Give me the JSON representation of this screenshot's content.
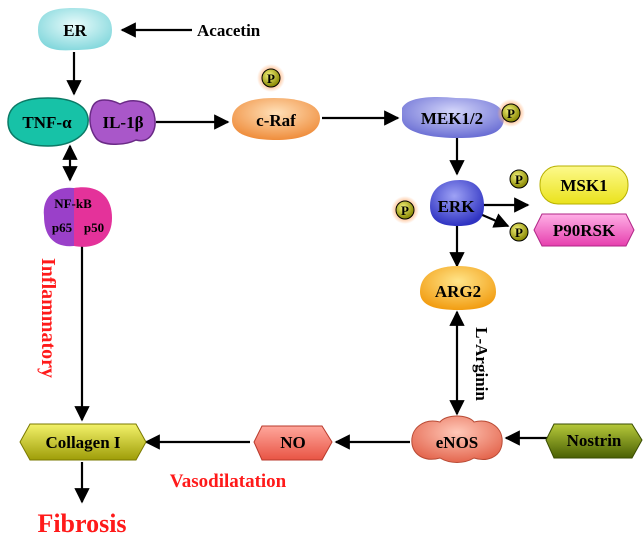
{
  "nodes": {
    "er": "ER",
    "acacetin": "Acacetin",
    "tnf": "TNF-α",
    "il1b": "IL-1β",
    "craf": "c-Raf",
    "mek": "MEK1/2",
    "erk": "ERK",
    "msk1": "MSK1",
    "p90rsk": "P90RSK",
    "nfkb": "NF-kB",
    "p65": "p65",
    "p50": "p50",
    "arg2": "ARG2",
    "enos": "eNOS",
    "nostrin": "Nostrin",
    "no": "NO",
    "collagen": "Collagen I"
  },
  "phospho_label": "P",
  "labels": {
    "inflammatory": "Inflammatory",
    "l_arginin": "L-Arginin",
    "vasodilatation": "Vasodilatation",
    "fibrosis": "Fibrosis"
  },
  "colors": {
    "accent_red": "#ff1a1a",
    "er": "#9fe3e6",
    "tnf": "#17c2a7",
    "il1b": "#a957c9",
    "craf": "#f6a25c",
    "mek": "#8c8fe0",
    "erk": "#4b4fd6",
    "msk1": "#f7f03a",
    "p90rsk": "#f05cc0",
    "nfkb_left": "#9a40c9",
    "nfkb_right": "#e4329a",
    "arg2": "#f7b91d",
    "enos": "#f0866e",
    "nostrin": "#6f8a10",
    "no": "#f16a5c",
    "collagen": "#c9c81a",
    "phospho": "#b9b820"
  }
}
